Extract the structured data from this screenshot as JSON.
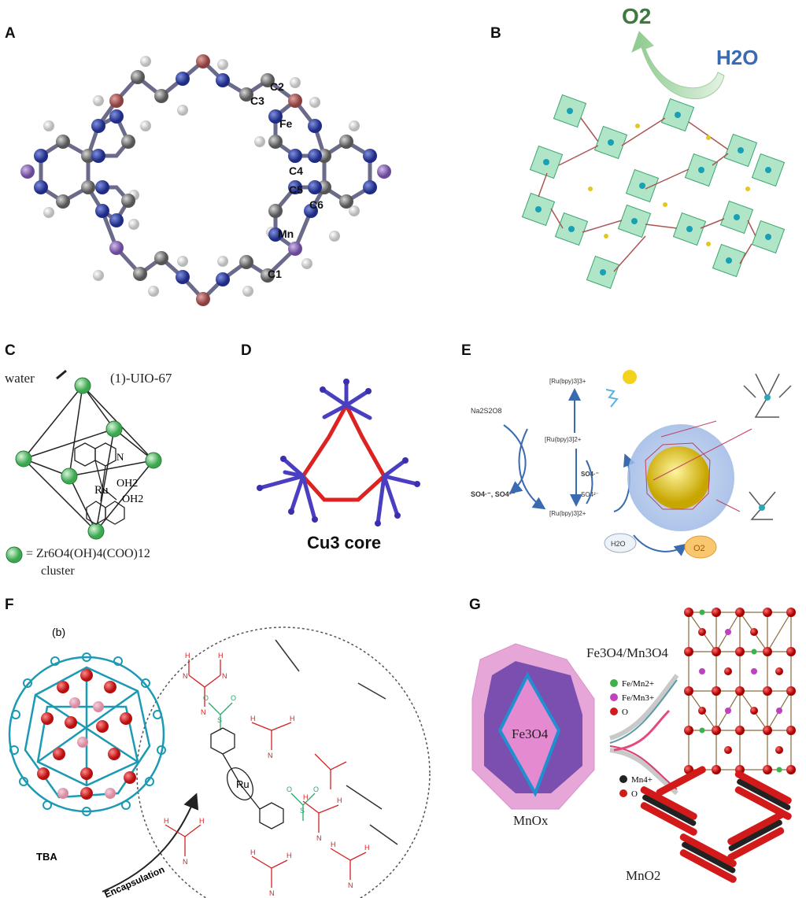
{
  "panels": {
    "A": {
      "label": "A",
      "atoms": {
        "c2": "C2",
        "c3": "C3",
        "fe": "Fe",
        "c4": "C4",
        "c5": "C5",
        "c6": "C6",
        "mn": "Mn",
        "c1": "C1"
      }
    },
    "B": {
      "label": "B",
      "o2": "O2",
      "h2o": "H2O"
    },
    "C": {
      "label": "C",
      "water": "water",
      "framework": "(1)-UIO-67",
      "ru": "Ru",
      "oh2_a": "OH2",
      "oh2_b": "OH2",
      "n_label": "N",
      "legend_formula": "= Zr6O4(OH)4(COO)12",
      "legend_cluster": "cluster"
    },
    "D": {
      "label": "D",
      "caption": "Cu3 core"
    },
    "E": {
      "label": "E",
      "persulfate": "Na2S2O8",
      "ru3": "[Ru(bpy)3]3+",
      "ru2": "[Ru(bpy)3]2+",
      "ru2b": "[Ru(bpy)3]2+",
      "so4_rad": "SO4·⁻, SO4²⁻",
      "so4_a": "SO4·⁻",
      "so4_b": "SO4²⁻",
      "h2o": "H2O",
      "o2": "O2"
    },
    "F": {
      "label": "F",
      "sub": "(b)",
      "ru": "Ru",
      "tba": "TBA",
      "encapsulation": "Encapsulation"
    },
    "G": {
      "label": "G",
      "formula": "Fe3O4/Mn3O4",
      "legend1": "Fe/Mn2+",
      "legend2": "Fe/Mn3+",
      "legend3": "O",
      "legend4": "Mn4+",
      "legend5": "O",
      "core": "Fe3O4",
      "shell": "MnOx",
      "mno2": "MnO2"
    }
  },
  "colors": {
    "carbon": "#7a7a7a",
    "nitrogen": "#2e3f9e",
    "iron": "#b86a6a",
    "manganese": "#9a7ac0",
    "hydrogen": "#f2f2f2",
    "teal": "#1aa0b5",
    "green": "#5cc07a",
    "red": "#d42020",
    "blue_arrow": "#3a6ab0",
    "pink": "#e6a7d8",
    "purple": "#7b4fb0"
  }
}
